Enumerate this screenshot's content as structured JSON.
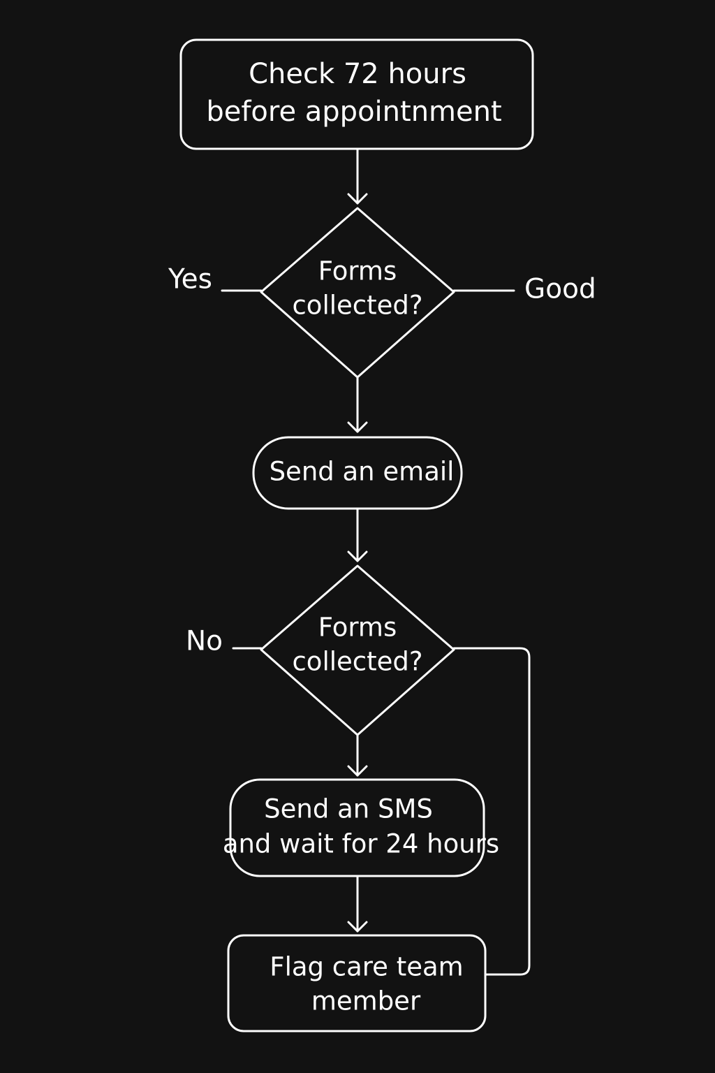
{
  "nodes": {
    "start": {
      "lines": [
        "Check 72 hours",
        "before appointnment"
      ]
    },
    "decision1": {
      "lines": [
        "Forms",
        "collected?"
      ]
    },
    "email": {
      "lines": [
        "Send an email"
      ]
    },
    "decision2": {
      "lines": [
        "Forms",
        "collected?"
      ]
    },
    "sms": {
      "lines": [
        "Send an SMS",
        "and wait for 24 hours"
      ]
    },
    "flag": {
      "lines": [
        "Flag care team",
        "member"
      ]
    }
  },
  "branch_labels": {
    "decision1_left": "Yes",
    "decision1_right": "Good",
    "decision2_left": "No"
  },
  "colors": {
    "background": "#121212",
    "stroke": "#ffffff",
    "text": "#ffffff"
  }
}
